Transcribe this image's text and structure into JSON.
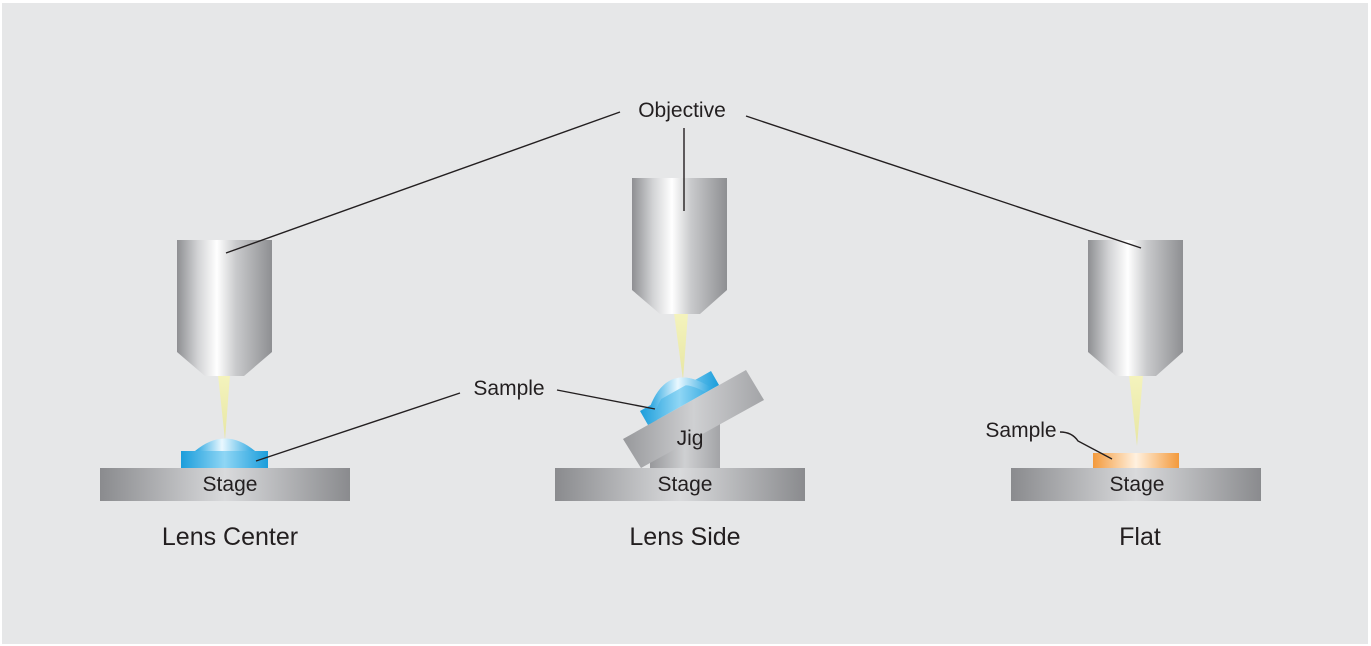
{
  "labels": {
    "objective": "Objective",
    "sample_left": "Sample",
    "sample_right": "Sample",
    "jig": "Jig",
    "stage": "Stage"
  },
  "setups": [
    {
      "caption": "Lens Center"
    },
    {
      "caption": "Lens Side"
    },
    {
      "caption": "Flat"
    }
  ],
  "colors": {
    "background": "#e6e7e8",
    "lens_sample": "#3fb3e8",
    "flat_sample": "#f6a24a",
    "light_beam": "#f0efb2"
  }
}
